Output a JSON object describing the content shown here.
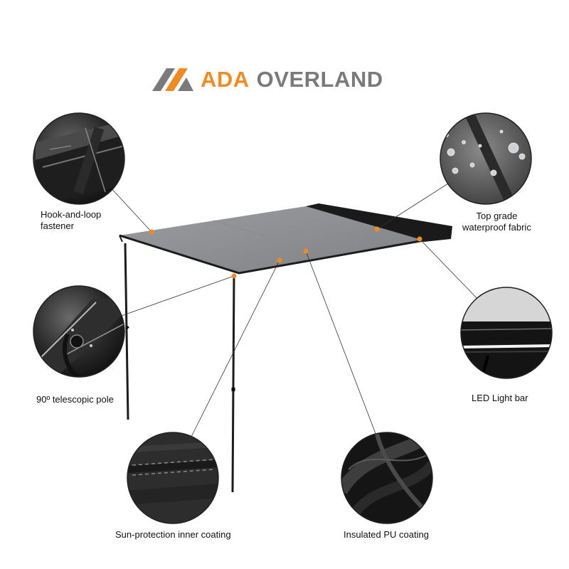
{
  "brand": {
    "word1": "ADA",
    "word2": "OVERLAND",
    "accent_color": "#f08a24",
    "gray_color": "#7a7a7a",
    "icon": "mountain-logo-icon"
  },
  "features": [
    {
      "label": "Hook-and-loop\nfastener",
      "icon": "hook-loop-detail-icon"
    },
    {
      "label": "Top grade\nwaterproof fabric",
      "icon": "water-droplets-detail-icon"
    },
    {
      "label": "90º telescopic pole",
      "icon": "pole-joint-detail-icon"
    },
    {
      "label": "LED Light bar",
      "icon": "led-light-detail-icon"
    },
    {
      "label": "Sun-protection inner coating",
      "icon": "stitched-seam-detail-icon"
    },
    {
      "label": "Insulated PU coating",
      "icon": "pu-coating-detail-icon"
    }
  ],
  "colors": {
    "callout_dot": "#f08a24",
    "canopy": "#8e9093",
    "frame": "#1c1c1c"
  }
}
